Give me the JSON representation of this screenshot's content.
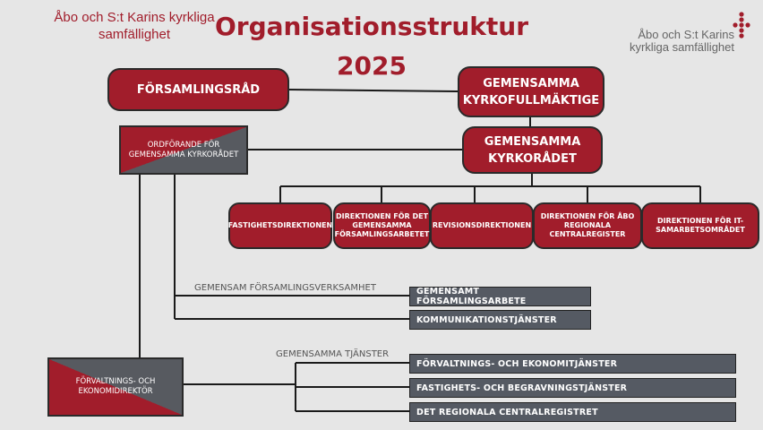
{
  "header": {
    "org_name": "Åbo och S:t Karins kyrkliga samfällighet",
    "title_line1": "Organisationsstruktur",
    "title_line2": "2025",
    "logo_text": "Åbo och S:t Karins kyrkliga samfällighet",
    "accent_color": "#a11d2b"
  },
  "bodies": {
    "forsamlingsrad": "FÖRSAMLINGSRÅD",
    "kyrkofullmaktige": "GEMENSAMMA KYRKOFULLMÄKTIGE",
    "kyrkoradet": "GEMENSAMMA KYRKORÅDET",
    "ordforande": "ORDFÖRANDE FÖR GEMENSAMMA KYRKORÅDET",
    "direktor": "FÖRVALTNINGS- OCH EKONOMIDIREKTÖR"
  },
  "directions": [
    "FASTIGHETSDIREKTIONEN",
    "DIREKTIONEN FÖR DET GEMENSAMMA FÖRSAMLINGSARBETET",
    "REVISIONSDIREKTIONEN",
    "DIREKTIONEN FÖR ÅBO REGIONALA CENTRALREGISTER",
    "DIREKTIONEN FÖR IT-SAMARBETSOMRÅDET"
  ],
  "groups": {
    "forsamlingsverksamhet": {
      "label": "GEMENSAM FÖRSAMLINGSVERKSAMHET",
      "items": [
        "GEMENSAMT FÖRSAMLINGSARBETE",
        "KOMMUNIKATIONSTJÄNSTER"
      ]
    },
    "tjanster": {
      "label": "GEMENSAMMA TJÄNSTER",
      "items": [
        "FÖRVALTNINGS- OCH EKONOMITJÄNSTER",
        "FASTIGHETS- OCH BEGRAVNINGSTJÄNSTER",
        "DET REGIONALA CENTRALREGISTRET"
      ]
    }
  }
}
